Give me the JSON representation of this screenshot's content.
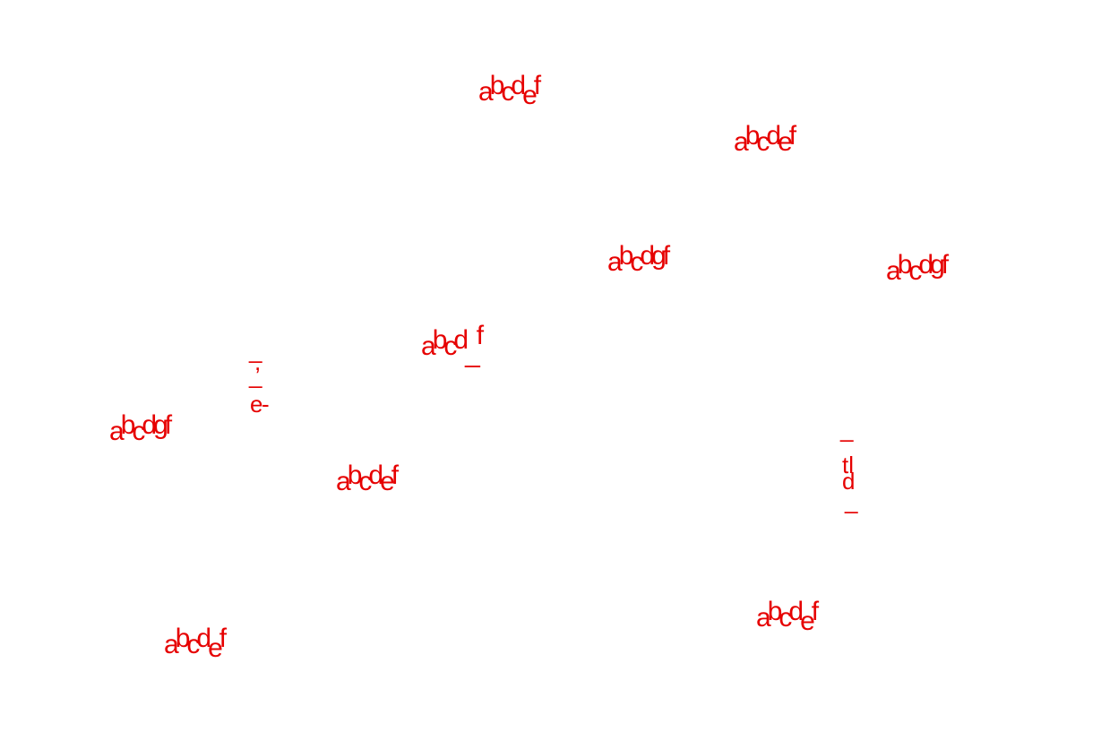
{
  "colors": {
    "background": "#ffffff",
    "text": "#e60000"
  },
  "labels": [
    {
      "id": "label-1",
      "text": "abcdef"
    },
    {
      "id": "label-2",
      "text": "abcdef"
    },
    {
      "id": "label-3",
      "text": "abcdgf"
    },
    {
      "id": "label-4",
      "text": "abcdgf"
    },
    {
      "id": "label-5",
      "text": "abcd_f"
    },
    {
      "id": "label-6",
      "text": "abcdgf"
    },
    {
      "id": "label-7",
      "text": "abcdef"
    },
    {
      "id": "label-8",
      "text": "abcdef"
    },
    {
      "id": "label-9",
      "text": "abcdef"
    }
  ],
  "fragments": [
    {
      "id": "fragment-1",
      "parts": [
        "_",
        ",",
        "_",
        "e",
        "-"
      ]
    },
    {
      "id": "fragment-2",
      "parts": [
        "_",
        "tl",
        "d",
        "_"
      ]
    }
  ]
}
